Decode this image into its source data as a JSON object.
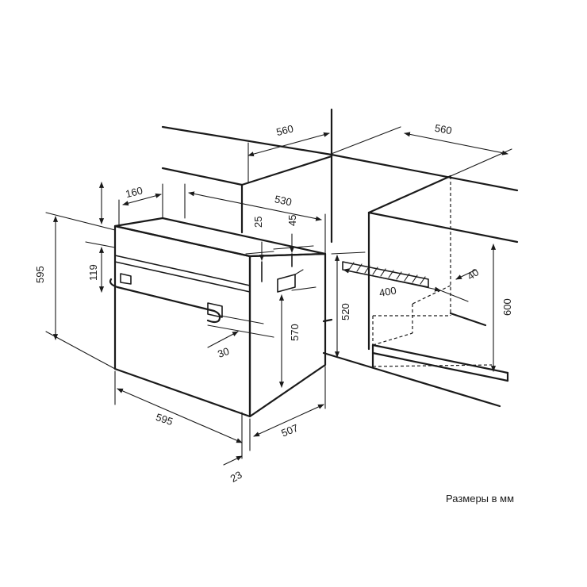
{
  "caption": "Размеры в мм",
  "dimensions": {
    "cabinet_width_top": "560",
    "cabinet_depth_top": "560",
    "depth_530": "530",
    "depth_160": "160",
    "height_25": "25",
    "height_45": "45",
    "oven_height": "595",
    "panel_height": "119",
    "handle_depth": "30",
    "body_height": "570",
    "niche_height": "520",
    "vent_depth": "400",
    "vent_height": "40",
    "cabinet_height": "600",
    "oven_width": "595",
    "body_depth": "507",
    "door_thickness": "23"
  }
}
